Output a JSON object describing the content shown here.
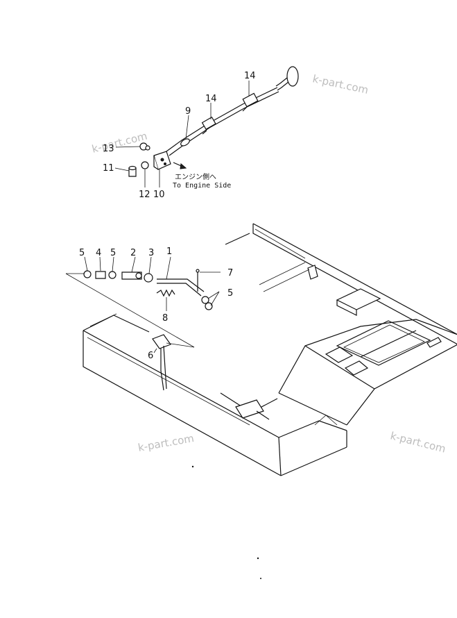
{
  "watermarks": [
    "k-part.com",
    "k-part.com",
    "k-part.com",
    "k-part.com"
  ],
  "callouts": {
    "p14a": "14",
    "p14b": "14",
    "p9": "9",
    "p13": "13",
    "p11": "11",
    "p12": "12",
    "p10": "10",
    "p5a": "5",
    "p4": "4",
    "p5b": "5",
    "p2": "2",
    "p3": "3",
    "p1": "1",
    "p7": "7",
    "p5c": "5",
    "p8": "8",
    "p6": "6"
  },
  "direction_note": {
    "japanese": "エンジン側へ",
    "english": "To Engine Side"
  }
}
